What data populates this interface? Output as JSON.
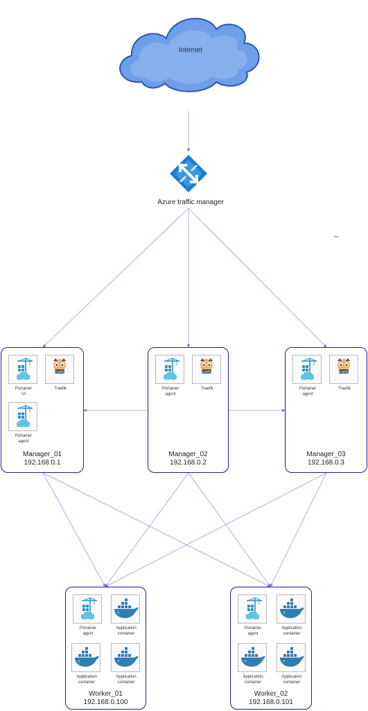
{
  "internet": {
    "label": "Internet"
  },
  "azure": {
    "label": "Azure traffic manager",
    "icon": "traffic-manager-icon"
  },
  "stray_text": "Text",
  "colors": {
    "border": "#1e1a9c",
    "edge": "#9b9be0",
    "cloud": "#6f9fe8",
    "azure": "#1b7dd0",
    "docker": "#2f7fb5"
  },
  "managers": [
    {
      "name": "Manager_01",
      "ip": "192.168.0.1",
      "tiles": [
        {
          "caption": "Portainer\nUI",
          "icon": "portainer-icon"
        },
        {
          "caption": "Traefik",
          "icon": "traefik-icon"
        },
        {
          "caption": "Portainer\nagent",
          "icon": "portainer-icon"
        }
      ]
    },
    {
      "name": "Manager_02",
      "ip": "192.168.0.2",
      "tiles": [
        {
          "caption": "Portainer\nagent",
          "icon": "portainer-icon"
        },
        {
          "caption": "Traefik",
          "icon": "traefik-icon"
        }
      ]
    },
    {
      "name": "Manager_03",
      "ip": "192.168.0.3",
      "tiles": [
        {
          "caption": "Portainer\nagent",
          "icon": "portainer-icon"
        },
        {
          "caption": "Traefik",
          "icon": "traefik-icon"
        }
      ]
    }
  ],
  "workers": [
    {
      "name": "Worker_01",
      "ip": "192.168.0.100",
      "tiles": [
        {
          "caption": "Portainer\nagent",
          "icon": "portainer-icon"
        },
        {
          "caption": "Application\ncontainer",
          "icon": "docker-whale-icon"
        },
        {
          "caption": "Application\ncontainer",
          "icon": "docker-whale-icon"
        },
        {
          "caption": "Application\ncontainer",
          "icon": "docker-whale-icon"
        }
      ]
    },
    {
      "name": "Worker_02",
      "ip": "192.168.0.101",
      "tiles": [
        {
          "caption": "Portainer\nagent",
          "icon": "portainer-icon"
        },
        {
          "caption": "Application\ncontainer",
          "icon": "docker-whale-icon"
        },
        {
          "caption": "Application\ncontainer",
          "icon": "docker-whale-icon"
        },
        {
          "caption": "Application\ncontainer",
          "icon": "docker-whale-icon"
        }
      ]
    }
  ]
}
